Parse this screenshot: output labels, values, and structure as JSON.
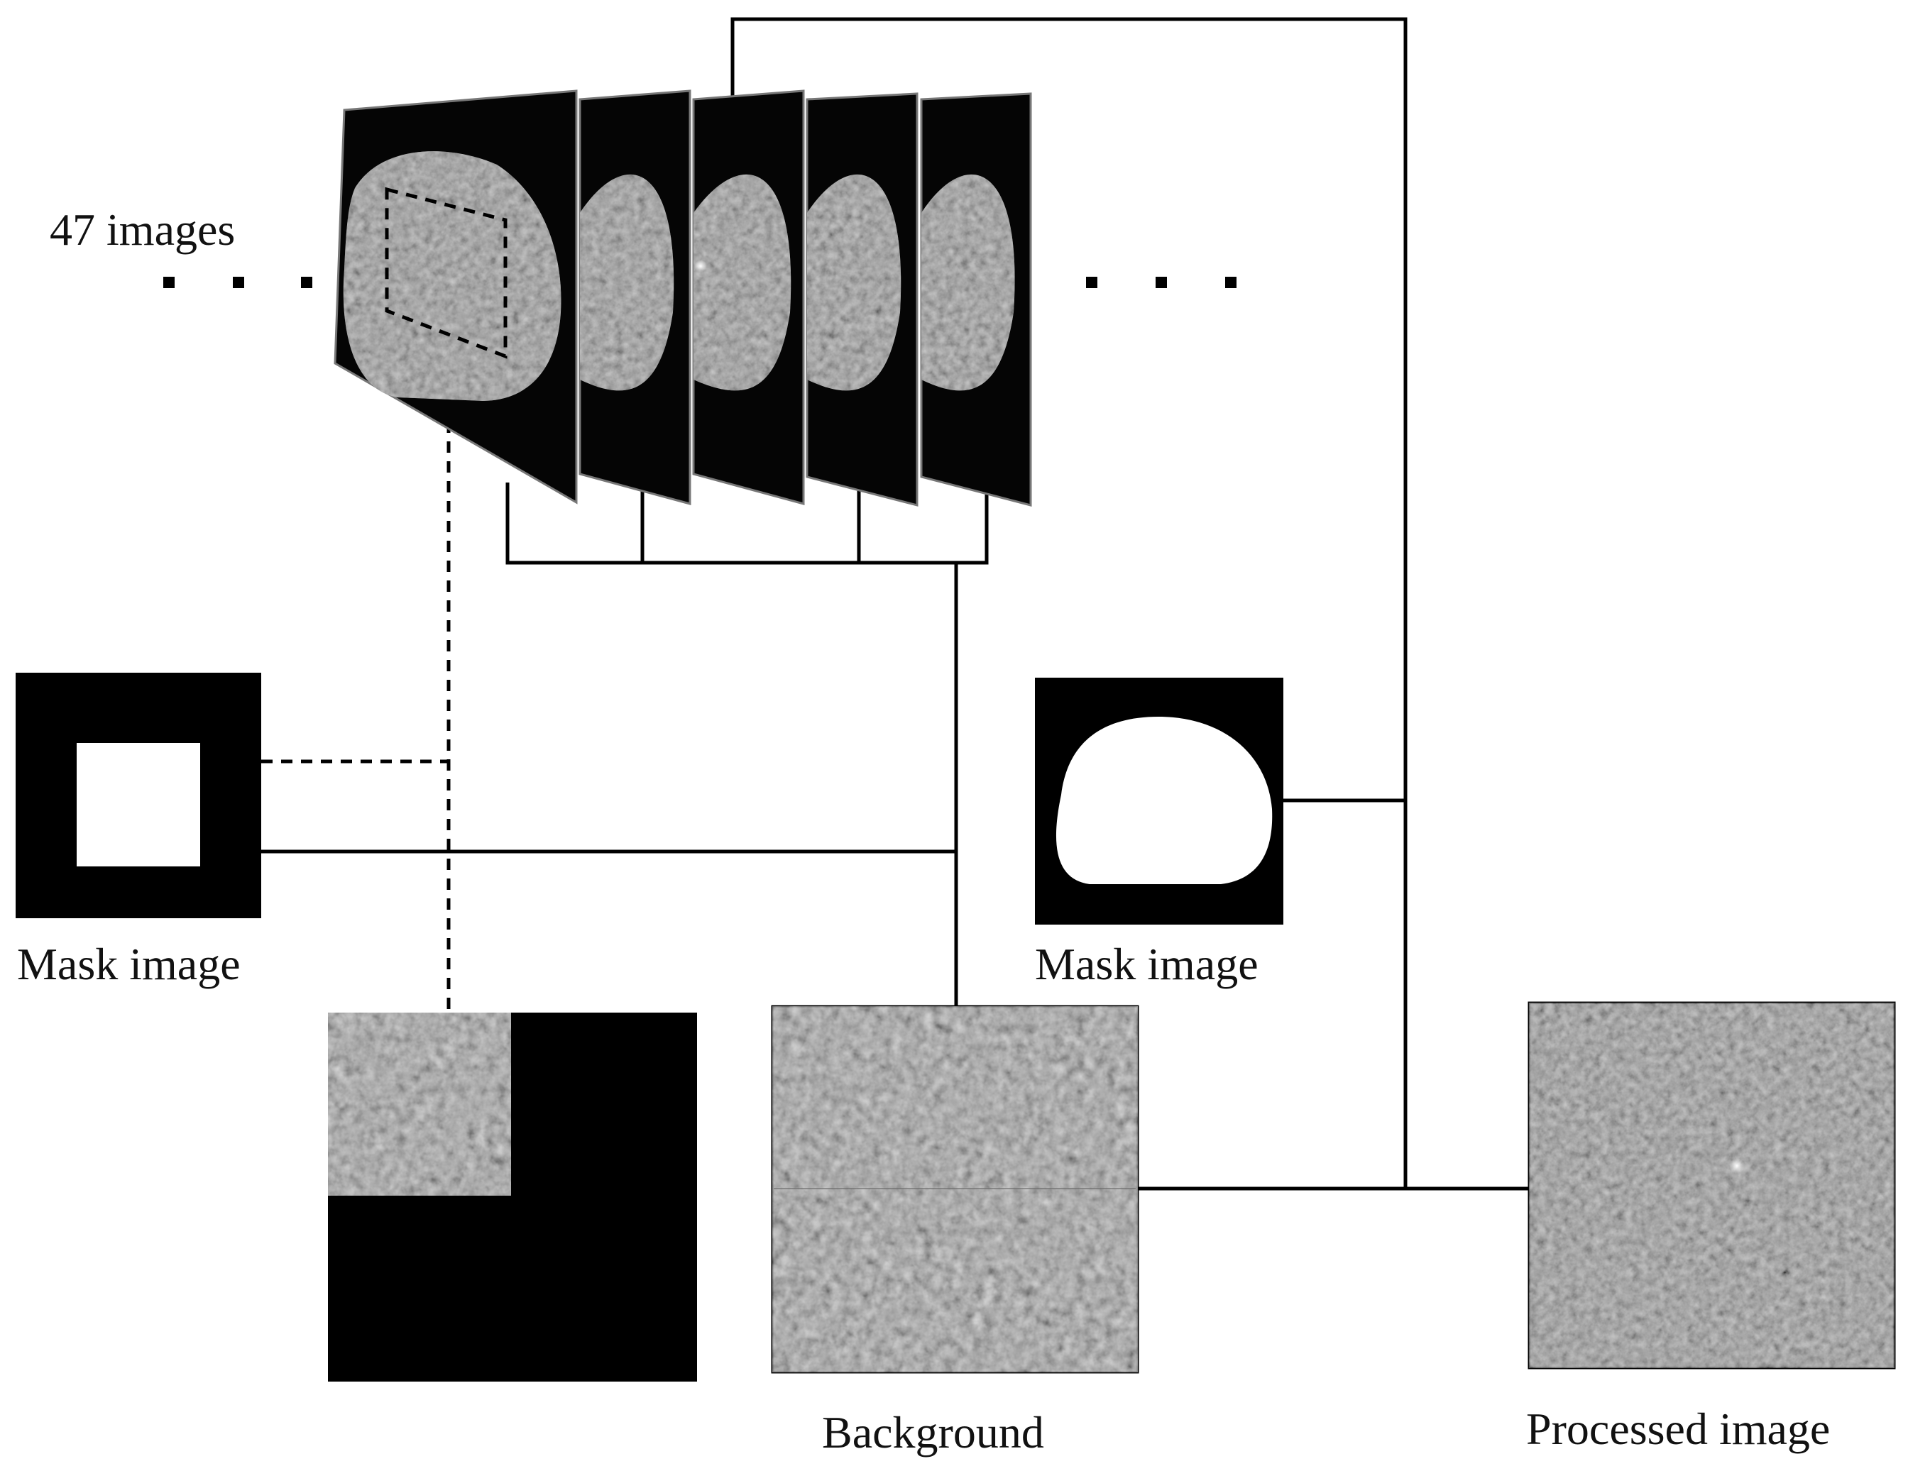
{
  "labels": {
    "image_count": "47 images",
    "mask_image_left": "Mask image",
    "mask_image_right": "Mask image",
    "background": "Background",
    "processed_image": "Processed image"
  },
  "colors": {
    "line": "#000000",
    "slice_background": "#050505",
    "tissue_gray": "#8a8a8a",
    "mask_white": "#ffffff"
  },
  "icons": {
    "ellipsis": "ellipsis-dots"
  }
}
